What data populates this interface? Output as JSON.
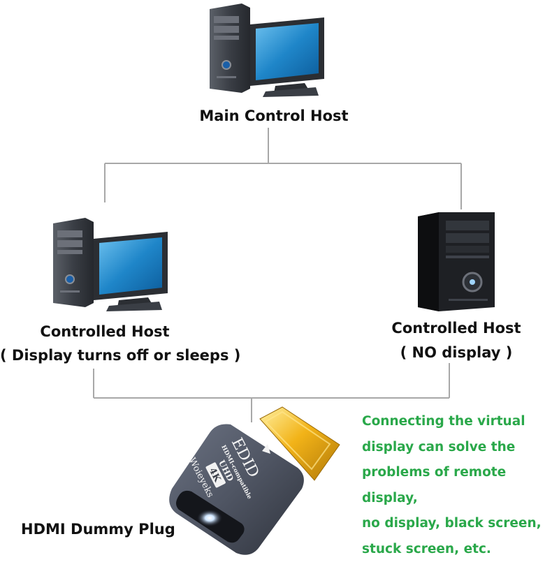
{
  "main_host": {
    "label": "Main Control Host"
  },
  "left_host": {
    "label": "Controlled Host",
    "sublabel": "( Display turns off or sleeps )"
  },
  "right_host": {
    "label": "Controlled Host",
    "sublabel": "( NO display )"
  },
  "plug": {
    "label": "HDMI Dummy Plug",
    "engraving": {
      "line1": "EDID",
      "line2": "HDMI-compatible",
      "line3": "UHD",
      "line4": "4K",
      "line5": "Woieyeks"
    }
  },
  "note": {
    "lines": [
      "Connecting the virtual",
      "display can solve the",
      "problems of remote display,",
      "no display, black screen,",
      "stuck screen, etc."
    ],
    "color": "#2aa84a"
  },
  "colors": {
    "line": "#a8a8a8",
    "case": "#2d3036",
    "screen": "#1f86c9",
    "gold": "#f2b318",
    "plug_body": "#4f5563"
  },
  "icons": {
    "main": "desktop-computer-with-monitor-icon",
    "left": "desktop-computer-with-monitor-icon",
    "right": "tower-case-icon",
    "plug": "hdmi-dummy-plug-icon"
  }
}
